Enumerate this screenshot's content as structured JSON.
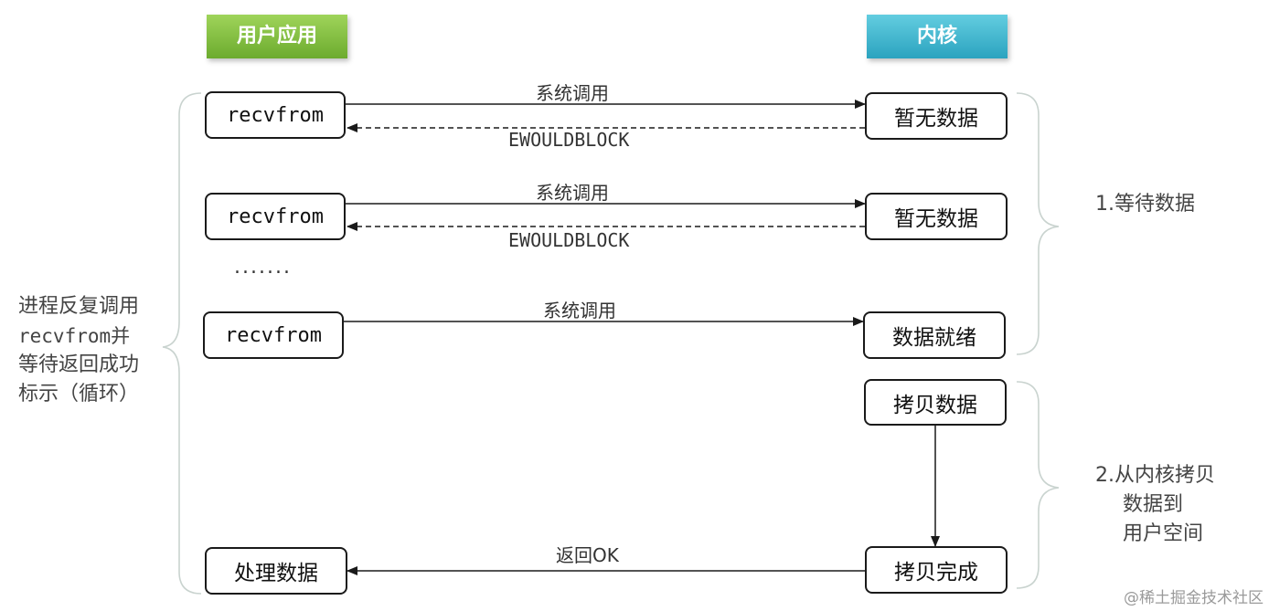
{
  "headers": {
    "user_app": "用户应用",
    "kernel": "内核"
  },
  "rounds": [
    {
      "call": "recvfrom",
      "request": "系统调用",
      "kernel_state": "暂无数据",
      "reply": "EWOULDBLOCK"
    },
    {
      "call": "recvfrom",
      "request": "系统调用",
      "kernel_state": "暂无数据",
      "reply": "EWOULDBLOCK"
    },
    {
      "call": "recvfrom",
      "request": "系统调用",
      "kernel_state": "数据就绪"
    }
  ],
  "ellipsis": ".......",
  "copy": {
    "start": "拷贝数据",
    "done": "拷贝完成",
    "reply": "返回OK",
    "handler": "处理数据"
  },
  "left_note": {
    "line1": "进程反复调用",
    "line2": "recvfrom并",
    "line3": "等待返回成功",
    "line4": "标示（循环）"
  },
  "phases": {
    "wait": "1.等待数据",
    "copy": {
      "line1": "2.从内核拷贝",
      "line2": "数据到",
      "line3": "用户空间"
    }
  },
  "watermark": "@稀土掘金技术社区"
}
